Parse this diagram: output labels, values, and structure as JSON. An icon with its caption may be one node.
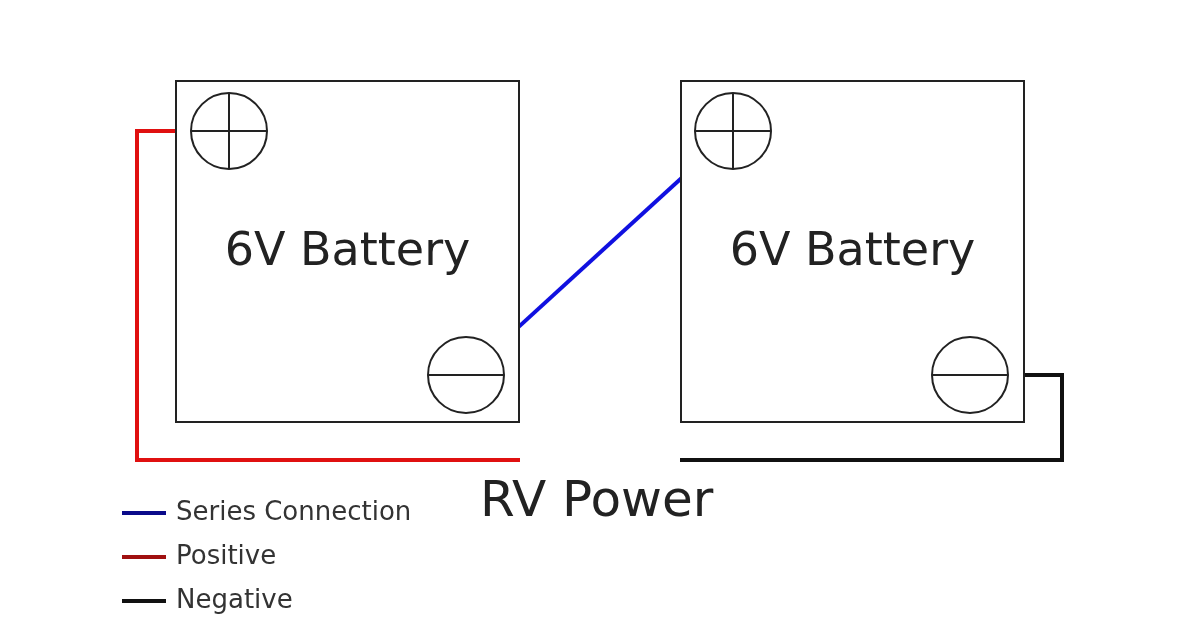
{
  "diagram": {
    "nodes": [
      {
        "text": [
          "6V Battery"
        ]
      },
      {
        "text": [],
        "shape": "circle",
        "in": 0
      },
      {
        "text": [],
        "shape": "circle",
        "in": 0
      },
      {
        "text": [
          "6V Battery"
        ]
      },
      {
        "text": [],
        "shape": "circle",
        "in": 3
      },
      {
        "text": [],
        "shape": "circle",
        "in": 3
      }
    ],
    "edges": [
      {
        "from": 1,
        "to": null,
        "arrow": "none",
        "color": "#e01010"
      },
      {
        "from": 2,
        "to": 4,
        "arrow": "none",
        "color": "#1010e0"
      },
      {
        "from": 5,
        "to": null,
        "arrow": "none",
        "color": "#111111"
      }
    ],
    "labels": [
      "RV Power"
    ],
    "legend": [
      {
        "text": "Series Connection"
      },
      {
        "text": "Positive"
      },
      {
        "text": "Negative"
      }
    ]
  }
}
